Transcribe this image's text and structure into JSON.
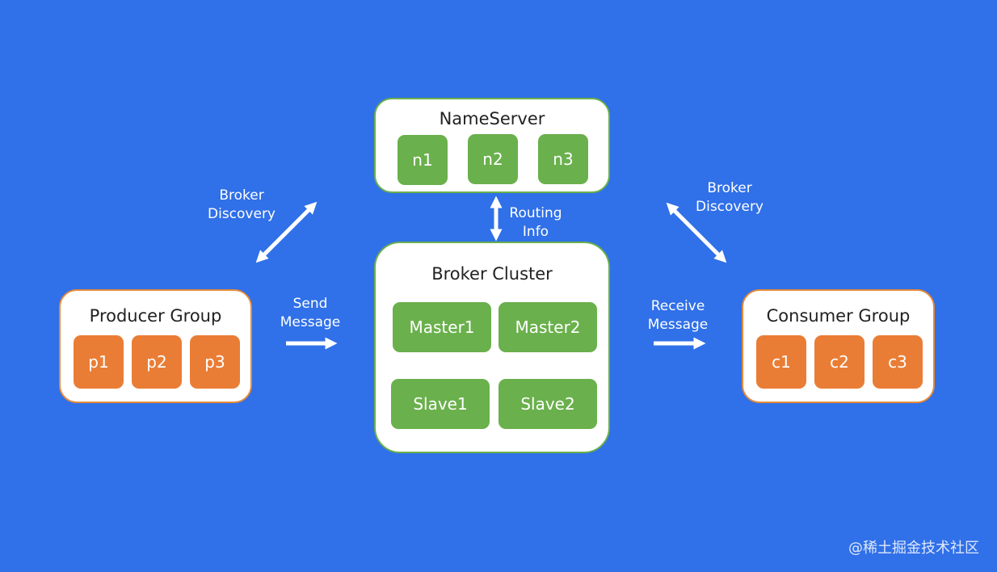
{
  "colors": {
    "background": "#3070e8",
    "box_fill": "#ffffff",
    "broker_node": "#6ab04c",
    "client_node": "#ea7d35",
    "arrow": "#ffffff"
  },
  "nameserver": {
    "title": "NameServer",
    "nodes": [
      "n1",
      "n2",
      "n3"
    ]
  },
  "broker_cluster": {
    "title": "Broker Cluster",
    "masters": [
      "Master1",
      "Master2"
    ],
    "slaves": [
      "Slave1",
      "Slave2"
    ]
  },
  "producer_group": {
    "title": "Producer Group",
    "nodes": [
      "p1",
      "p2",
      "p3"
    ]
  },
  "consumer_group": {
    "title": "Consumer Group",
    "nodes": [
      "c1",
      "c2",
      "c3"
    ]
  },
  "edges": {
    "producer_discovery": [
      "Broker",
      "Discovery"
    ],
    "consumer_discovery": [
      "Broker",
      "Discovery"
    ],
    "routing_info": [
      "Routing",
      "Info"
    ],
    "send_message": [
      "Send",
      "Message"
    ],
    "receive_message": [
      "Receive",
      "Message"
    ]
  },
  "watermark": "@稀土掘金技术社区"
}
